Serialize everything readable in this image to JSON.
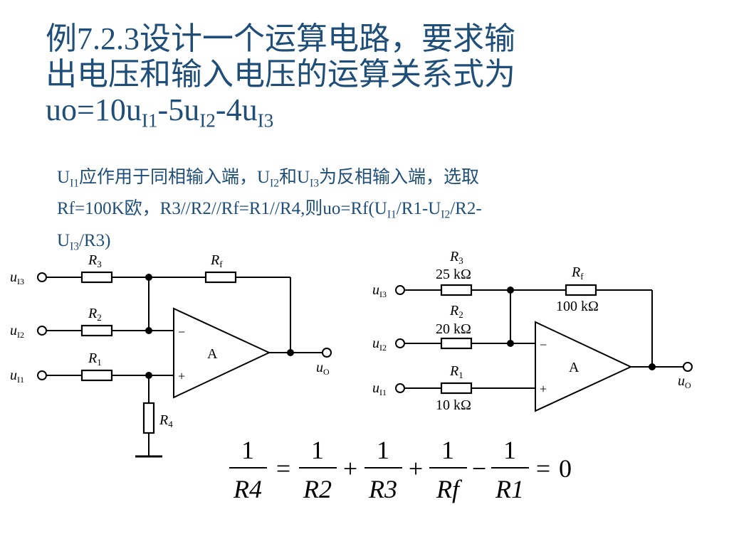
{
  "title": {
    "line1": "例7.2.3设计一个运算电路，要求输",
    "line2": "出电压和输入电压的运算关系式为",
    "eq": {
      "p1": "uo=10u",
      "s1": "I1",
      "p2": "-5u",
      "s2": "I2",
      "p3": "-4u",
      "s3": "I3"
    }
  },
  "description": {
    "t1": "U",
    "s1": "I1",
    "t2": "应作用于同相输入端，U",
    "s2": "I2",
    "t3": "和U",
    "s3": "I3",
    "t4": "为反相输入端，选取",
    "t5": "Rf=100K欧，R3//R2//Rf=R1//R4,则uo=Rf(U",
    "s5": "I1",
    "t6": "/R1-U",
    "s6": "I2",
    "t7": "/R2-",
    "t8": "U",
    "s8": "I3",
    "t9": "/R3)"
  },
  "left_circuit": {
    "in3": "u",
    "in3_sub": "I3",
    "in2": "u",
    "in2_sub": "I2",
    "in1": "u",
    "in1_sub": "I1",
    "r3": "R",
    "r3_sub": "3",
    "r2": "R",
    "r2_sub": "2",
    "r1": "R",
    "r1_sub": "1",
    "rf": "R",
    "rf_sub": "f",
    "r4": "R",
    "r4_sub": "4",
    "amp": "A",
    "minus": "−",
    "plus": "+",
    "out": "u",
    "out_sub": "O"
  },
  "right_circuit": {
    "in3": "u",
    "in3_sub": "I3",
    "in2": "u",
    "in2_sub": "I2",
    "in1": "u",
    "in1_sub": "I1",
    "r3": "R",
    "r3_sub": "3",
    "r3_val": "25 kΩ",
    "r2": "R",
    "r2_sub": "2",
    "r2_val": "20 kΩ",
    "r1": "R",
    "r1_sub": "1",
    "r1_val": "10 kΩ",
    "rf": "R",
    "rf_sub": "f",
    "rf_val": "100 kΩ",
    "amp": "A",
    "minus": "−",
    "plus": "+",
    "out": "u",
    "out_sub": "O"
  },
  "formula": {
    "n1": "1",
    "d1": "R4",
    "eq1": "=",
    "n2": "1",
    "d2": "R2",
    "op2": "+",
    "n3": "1",
    "d3": "R3",
    "op3": "+",
    "n4": "1",
    "d4": "Rf",
    "op4": "−",
    "n5": "1",
    "d5": "R1",
    "eq2": "=",
    "rhs": "0"
  },
  "colors": {
    "heading": "#1f4e79",
    "line": "#000000",
    "background": "#ffffff"
  }
}
